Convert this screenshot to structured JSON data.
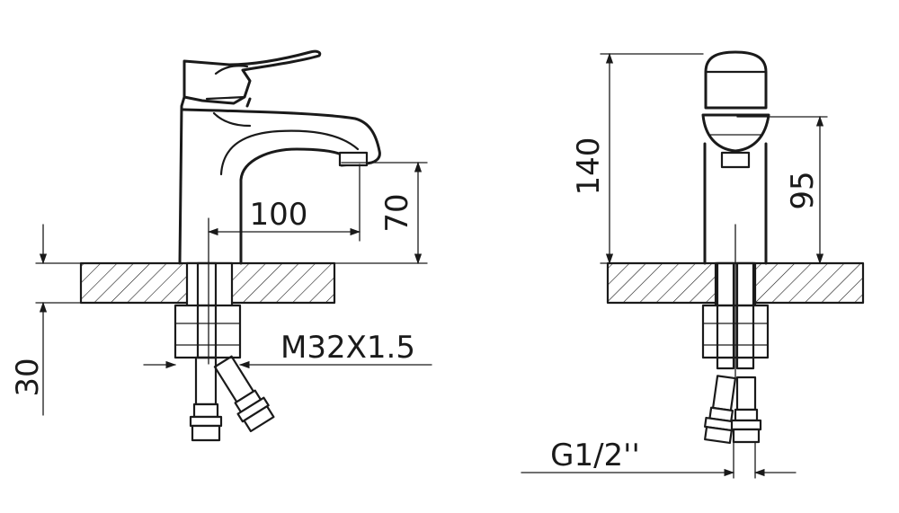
{
  "diagram": {
    "dimensions": {
      "spout_reach": "100",
      "spout_height": "70",
      "total_height": "140",
      "outlet_height": "95",
      "counter_thickness": "30",
      "thread": "M32X1.5",
      "connection": "G1/2''"
    },
    "colors": {
      "line": "#1a1a1a",
      "background": "#ffffff"
    }
  }
}
